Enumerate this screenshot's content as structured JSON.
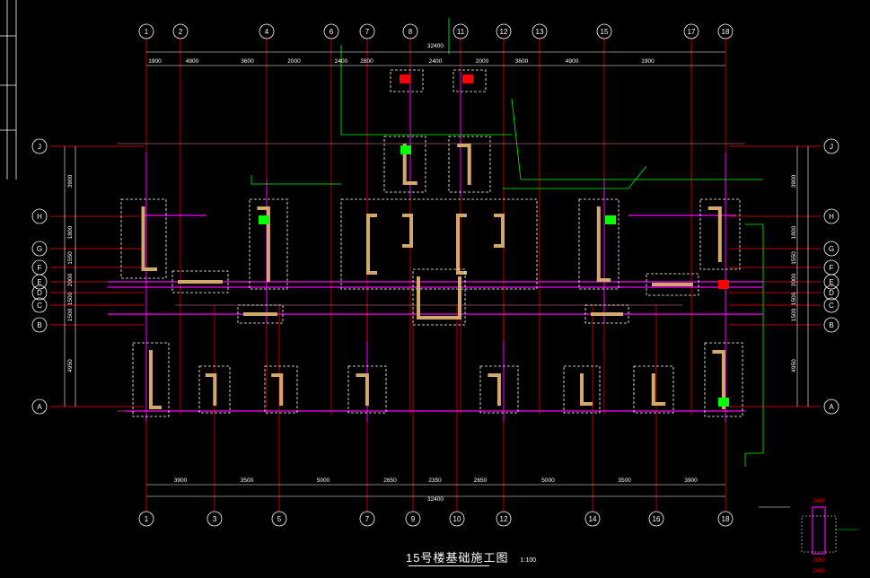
{
  "drawing": {
    "title": "15号楼基础施工图",
    "scale": "1:100",
    "colors": {
      "background": "#000000",
      "axis_line": "#ff0000",
      "axis_bubble": "#ffffff",
      "dimension": "#ffffff",
      "purple_beam": "#ff00ff",
      "pile_dash": "#ffffff",
      "wall": "#d2a96b",
      "leader": "#00ff00",
      "tag_red": "#ff0000",
      "tag_green": "#00ff00",
      "pink_grid": "#ff80a0"
    }
  },
  "axes": {
    "top": [
      "1",
      "2",
      "4",
      "6",
      "7",
      "8",
      "11",
      "12",
      "13",
      "15",
      "17",
      "18"
    ],
    "bottom": [
      "1",
      "3",
      "5",
      "7",
      "9",
      "10",
      "12",
      "14",
      "16",
      "18"
    ],
    "left": [
      "J",
      "H",
      "G",
      "F",
      "E",
      "D",
      "C",
      "B",
      "A"
    ],
    "right": [
      "J",
      "H",
      "G",
      "F",
      "E",
      "D",
      "C",
      "B",
      "A"
    ]
  },
  "dims": {
    "top_overall": "32400",
    "top_segments": [
      "1900",
      "4900",
      "3600",
      "2000",
      "2400",
      "2800",
      "2400",
      "2000",
      "3600",
      "4900",
      "1900"
    ],
    "bottom_overall": "32400",
    "bottom_segments": [
      "3900",
      "3500",
      "5000",
      "2650",
      "2350",
      "2650",
      "5000",
      "3500",
      "3900"
    ],
    "left_segments": [
      "3900",
      "1800",
      "1550",
      "2000",
      "1500",
      "1500",
      "4950"
    ],
    "right_segments": [
      "3900",
      "1800",
      "1550",
      "2000",
      "1500",
      "1500",
      "4950"
    ]
  },
  "detail": {
    "labels": [
      "2400",
      "2800",
      "2400"
    ]
  }
}
